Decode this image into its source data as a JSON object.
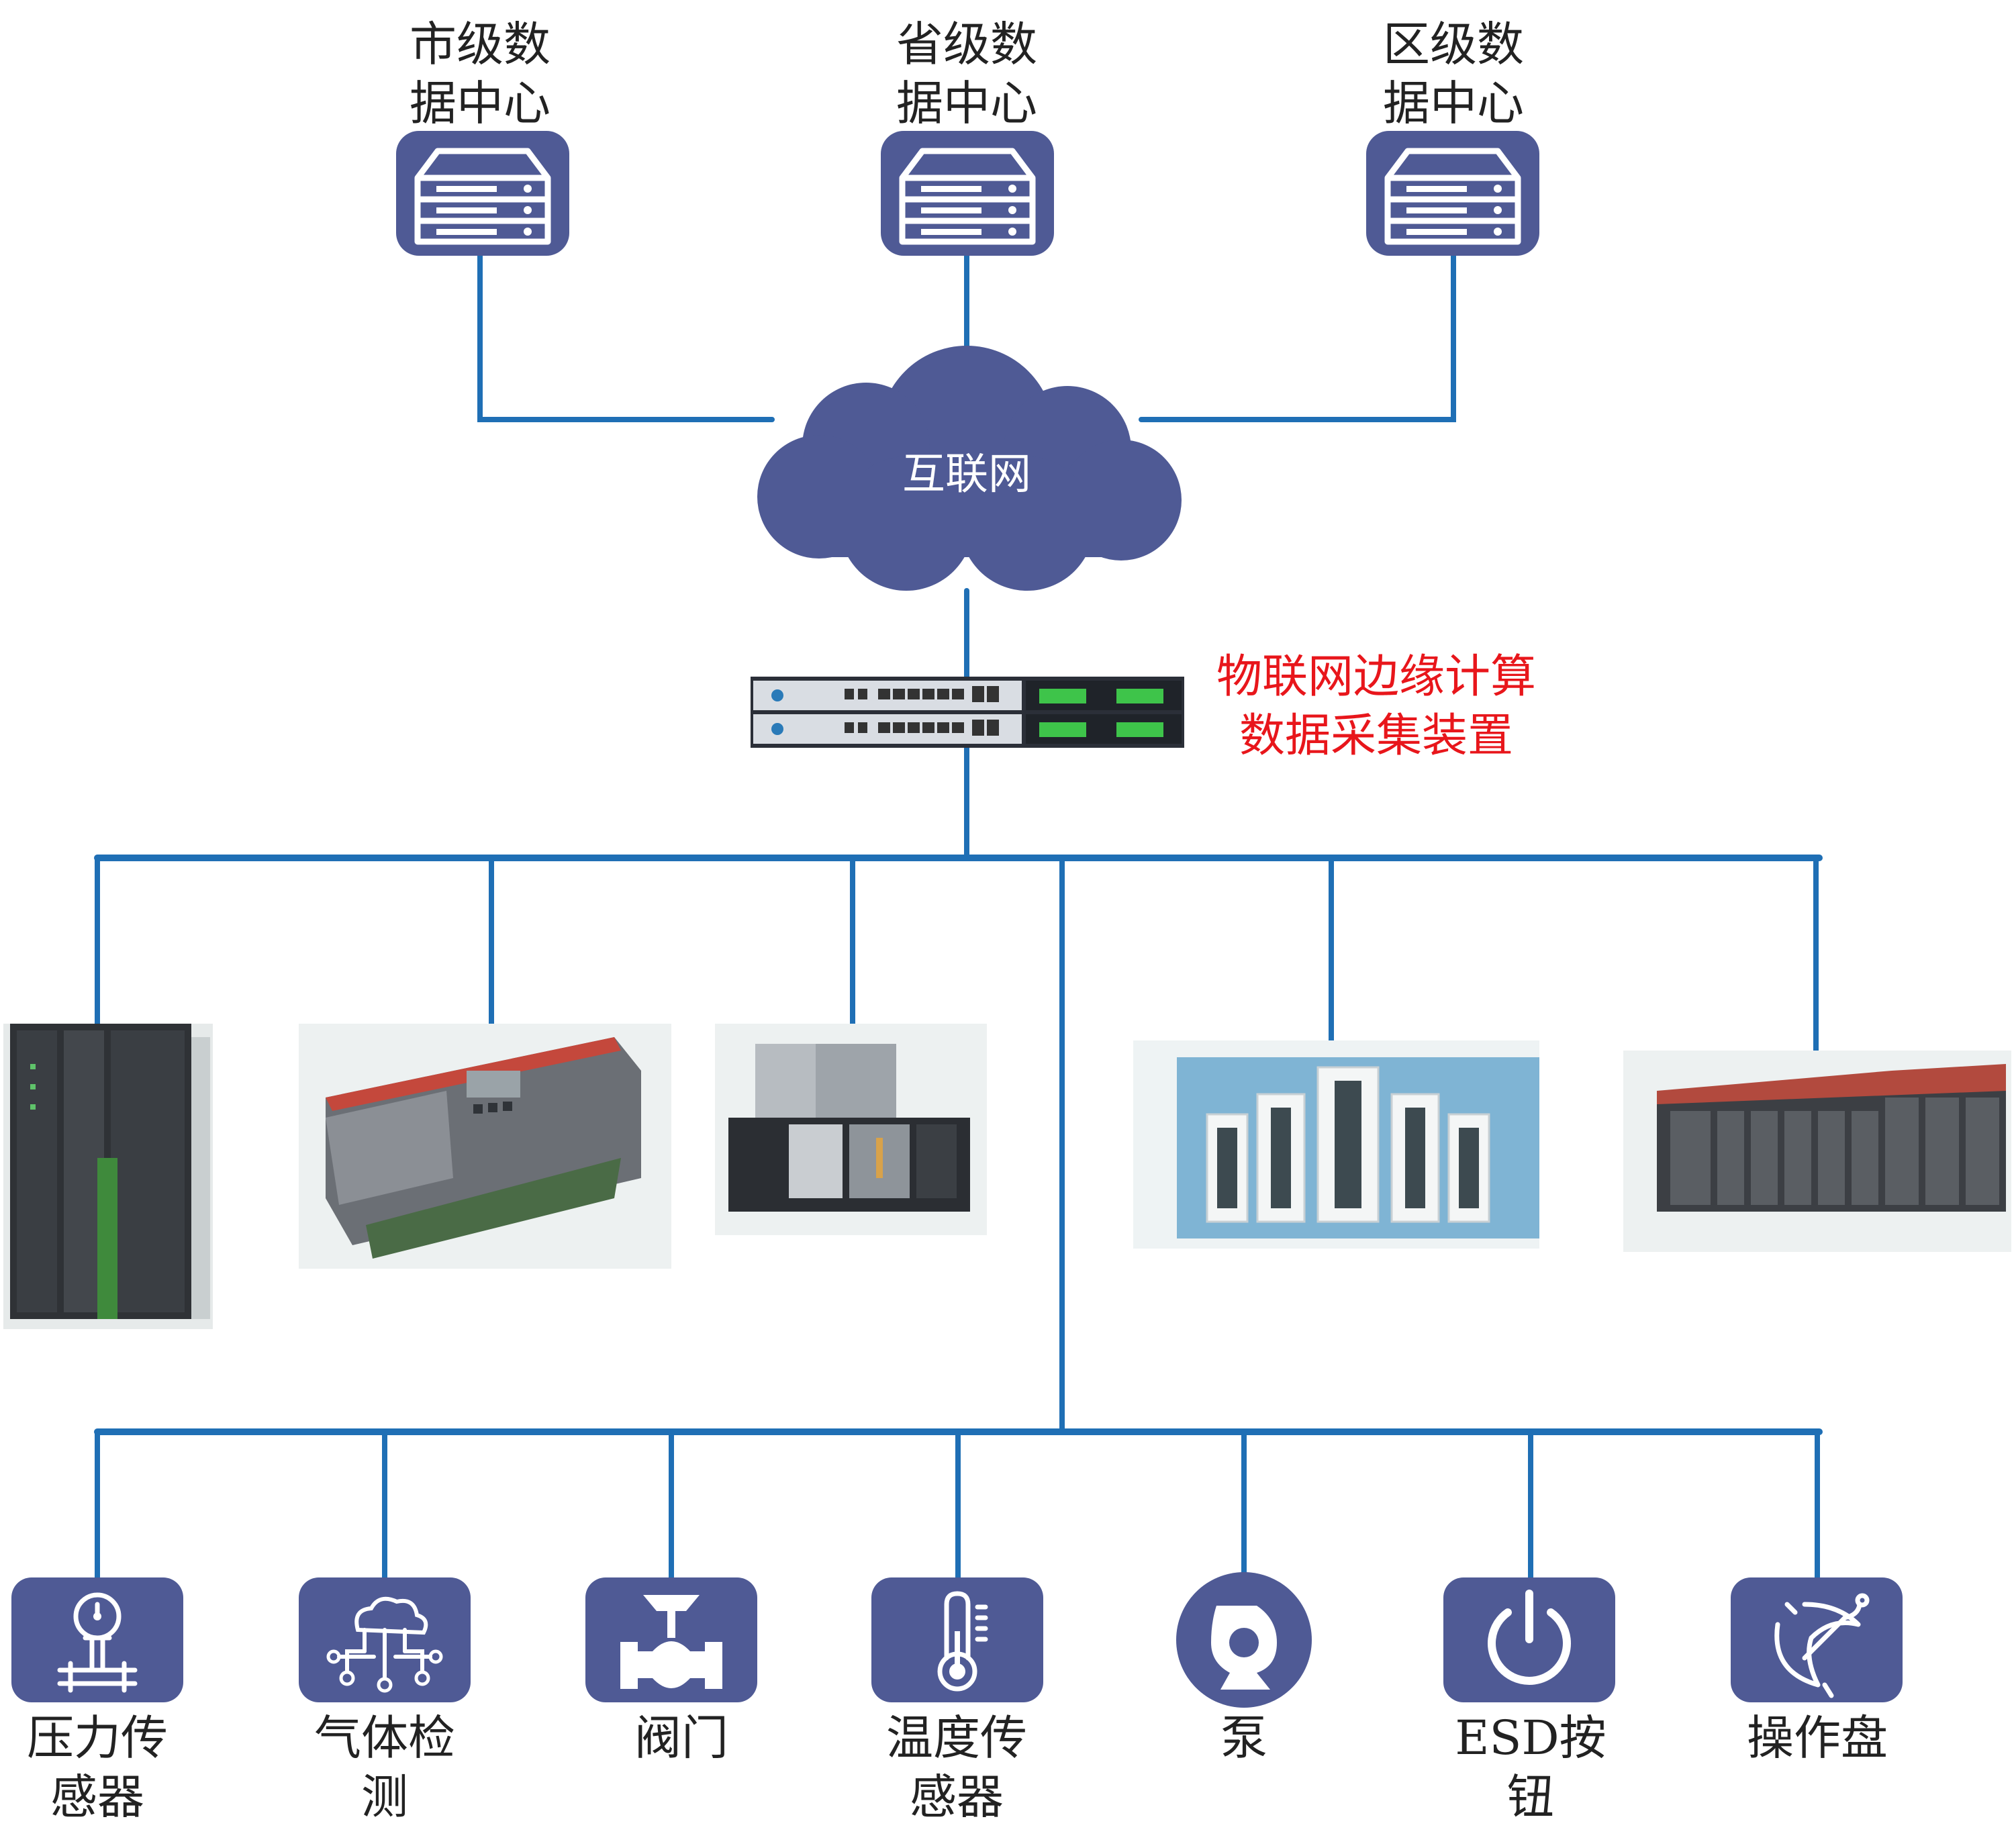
{
  "data_centers": [
    {
      "line1": "市级数",
      "line2": "据中心",
      "icon": "server-icon"
    },
    {
      "line1": "省级数",
      "line2": "据中心",
      "icon": "server-icon"
    },
    {
      "line1": "区级数",
      "line2": "据中心",
      "icon": "server-icon"
    }
  ],
  "cloud": {
    "label": "互联网",
    "icon": "cloud-icon"
  },
  "gateway": {
    "line1": "物联网边缘计算",
    "line2": "数据采集装置",
    "color": "#e8161b"
  },
  "devices": [
    {
      "icon": "plc-rack-photo"
    },
    {
      "icon": "controller-photo"
    },
    {
      "icon": "io-module-photo"
    },
    {
      "icon": "cabinet-photo"
    },
    {
      "icon": "plc-modules-photo"
    }
  ],
  "sensors": [
    {
      "line1": "压力传",
      "line2": "感器",
      "icon": "pressure-gauge-icon"
    },
    {
      "line1": "气体检",
      "line2": "测",
      "icon": "gas-detector-icon"
    },
    {
      "line1": "阀门",
      "line2": "",
      "icon": "valve-icon"
    },
    {
      "line1": "温度传",
      "line2": "感器",
      "icon": "thermometer-icon"
    },
    {
      "line1": "泵",
      "line2": "",
      "icon": "pump-icon"
    },
    {
      "line1_latin": "ESD",
      "line1_cjk": "按",
      "line2": "钮",
      "icon": "power-button-icon"
    },
    {
      "line1": "操作盘",
      "line2": "",
      "icon": "satellite-dish-icon"
    }
  ],
  "colors": {
    "line": "#1f6fb5",
    "icon_bg": "#4f5a95",
    "label_red": "#e8161b"
  }
}
